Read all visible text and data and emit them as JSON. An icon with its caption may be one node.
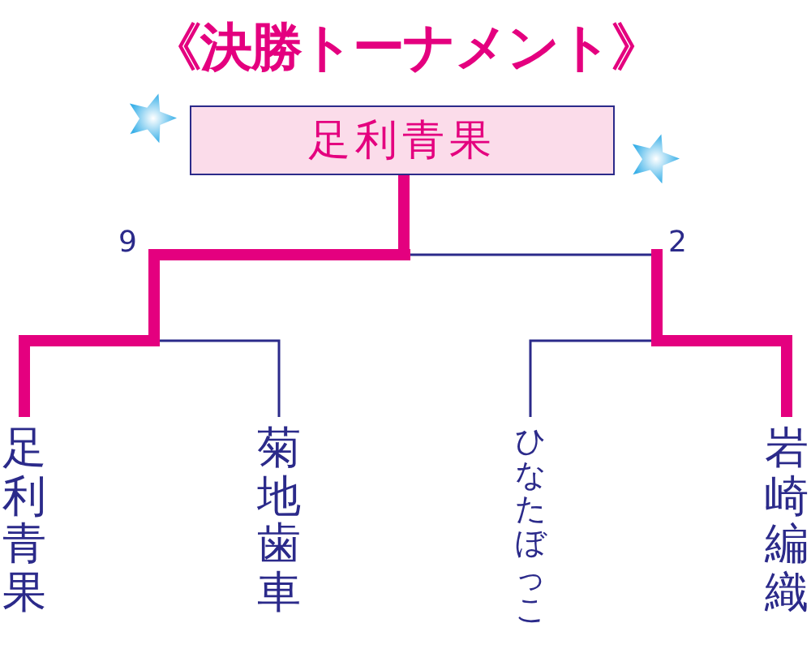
{
  "diagram": {
    "title": "《決勝トーナメント》",
    "nodes": [
      {
        "text": [
          "足利青果"
        ]
      },
      {
        "text": [
          "足利青果"
        ]
      },
      {
        "text": [
          "菊地歯車"
        ]
      },
      {
        "text": [
          "ひなたぼっこ"
        ]
      },
      {
        "text": [
          "岩崎編織"
        ]
      }
    ],
    "edges": [
      {
        "from": 1,
        "to": 0,
        "arrow": "none",
        "style": "thick",
        "color": "#e4007f"
      },
      {
        "from": 2,
        "to": 0,
        "arrow": "none",
        "color": "#2b2a8a"
      },
      {
        "from": 3,
        "to": 0,
        "arrow": "none",
        "color": "#2b2a8a"
      },
      {
        "from": 4,
        "to": 0,
        "arrow": "none",
        "style": "thick",
        "color": "#e4007f"
      }
    ],
    "labels": [
      "9",
      "2"
    ]
  }
}
